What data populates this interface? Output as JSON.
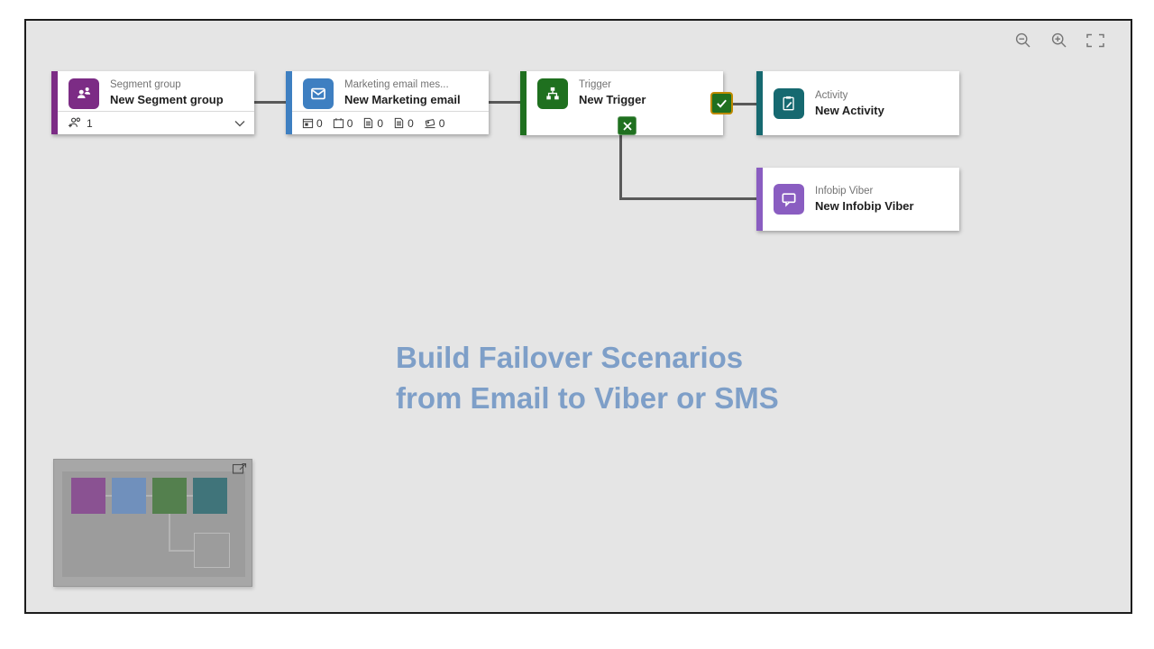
{
  "canvas": {
    "background_color": "#e5e5e5",
    "hero": {
      "line1": "Build Failover Scenarios",
      "line2": "from Email to Viber or SMS",
      "color": "#7e9fc8"
    }
  },
  "toolbar": {
    "icons": [
      {
        "name": "zoom-out-icon"
      },
      {
        "name": "zoom-in-icon"
      },
      {
        "name": "fit-to-screen-icon"
      }
    ]
  },
  "nodes": [
    {
      "title": "Segment group",
      "subtitle": "New Segment group",
      "accent": "#7c2c85",
      "icon": "segment-people-icon",
      "footer": {
        "icon": "add-people-icon",
        "count": "1",
        "chevron_icon": "chevron-down-icon"
      }
    },
    {
      "title": "Marketing email mes...",
      "subtitle": "New Marketing email",
      "accent": "#3e7fc1",
      "icon": "email-envelope-icon",
      "stats": [
        {
          "icon": "calendar-date-icon",
          "value": "0"
        },
        {
          "icon": "calendar-icon",
          "value": "0"
        },
        {
          "icon": "document-icon",
          "value": "0"
        },
        {
          "icon": "document-icon",
          "value": "0"
        },
        {
          "icon": "tag-icon",
          "value": "0"
        }
      ]
    },
    {
      "title": "Trigger",
      "subtitle": "New Trigger",
      "accent": "#1f701f",
      "icon": "sitemap-icon",
      "badges": {
        "check": {
          "icon": "check-icon",
          "background": "#1f701f",
          "border": "#bf8a00"
        },
        "cross": {
          "icon": "x-icon",
          "background": "#1f701f"
        }
      }
    },
    {
      "title": "Activity",
      "subtitle": "New Activity",
      "accent": "#166970",
      "icon": "clipboard-pencil-icon"
    },
    {
      "title": "Infobip Viber",
      "subtitle": "New Infobip Viber",
      "accent": "#8a5dc1",
      "icon": "chat-bubble-icon"
    }
  ],
  "connectors": {
    "color": "#595959"
  },
  "minimap": {
    "collapse_icon": "collapse-minimap-icon",
    "colors": {
      "segment": "#8a5292",
      "email": "#7090bc",
      "trigger": "#54804e",
      "activity": "#40747a"
    }
  }
}
